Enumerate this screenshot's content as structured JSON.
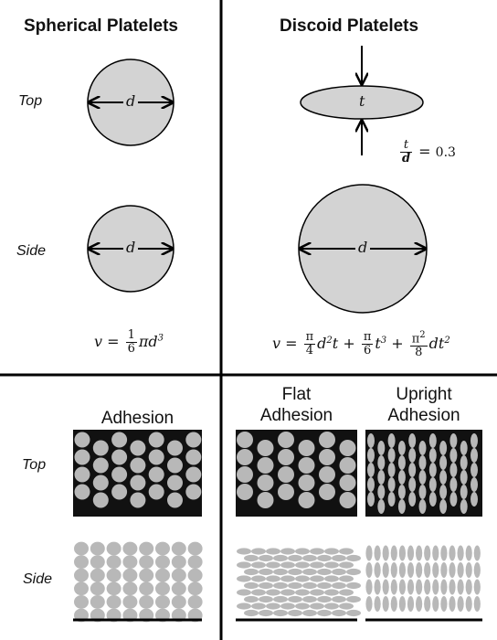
{
  "headers": {
    "spherical": "Spherical Platelets",
    "discoid": "Discoid Platelets"
  },
  "row_labels": {
    "top": "Top",
    "side": "Side"
  },
  "symbols": {
    "diameter": "d",
    "thickness": "t",
    "aspect_value": "0.3"
  },
  "bottom": {
    "adhesion": "Adhesion",
    "flat": [
      "Flat",
      "Adhesion"
    ],
    "upright": [
      "Upright",
      "Adhesion"
    ]
  },
  "colors": {
    "fill": "#d3d3d3",
    "platelet": "#b8b8b8",
    "panel": "#111111",
    "line": "#000000"
  }
}
